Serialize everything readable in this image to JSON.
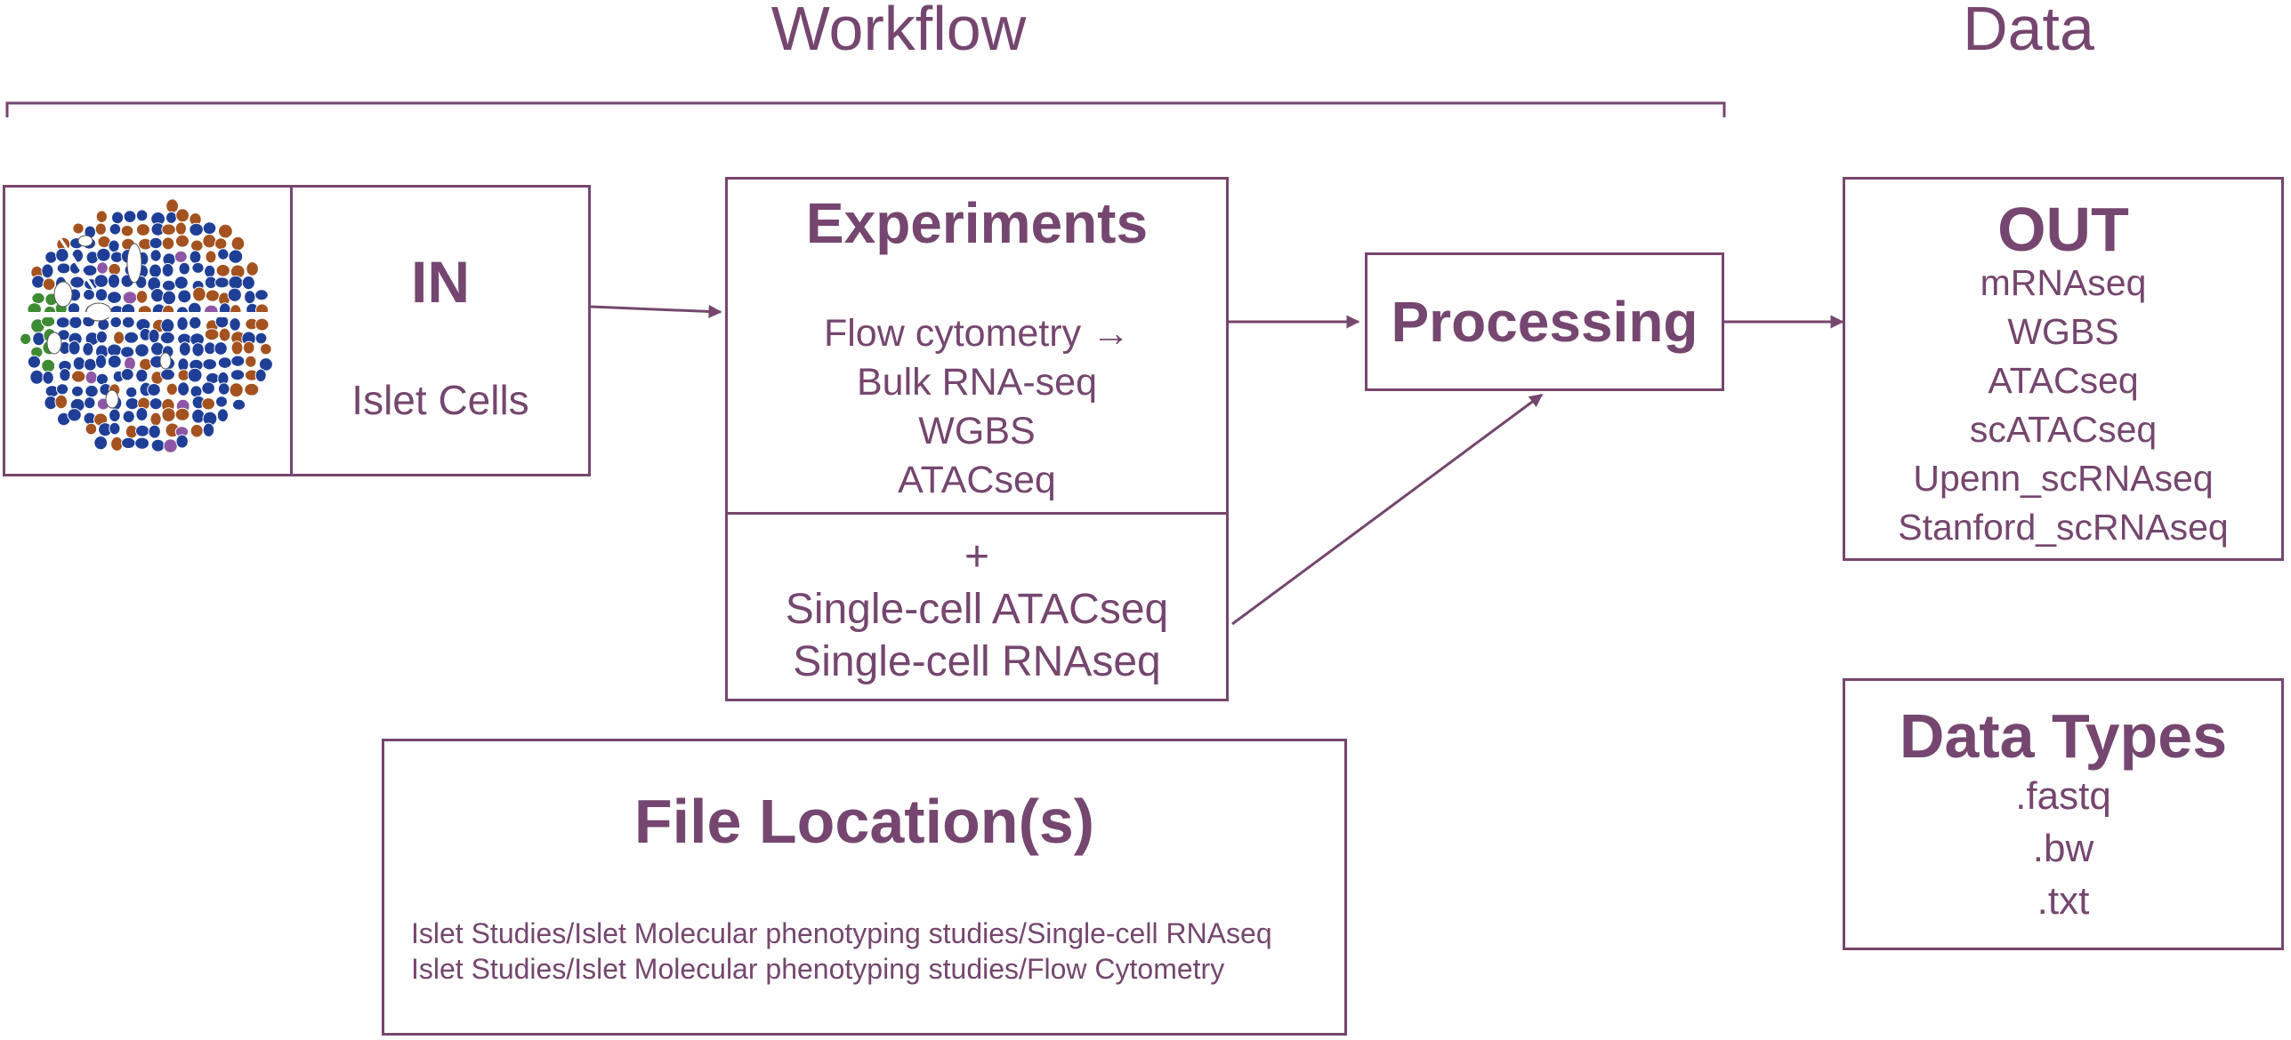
{
  "headers": {
    "workflow": "Workflow",
    "data": "Data"
  },
  "in_box": {
    "title": "IN",
    "subtitle": "Islet Cells"
  },
  "experiments": {
    "title": "Experiments",
    "items": [
      "Flow cytometry →",
      "Bulk RNA-seq",
      "WGBS",
      "ATACseq"
    ],
    "extra": [
      "+",
      "Single-cell ATACseq",
      "Single-cell RNAseq"
    ]
  },
  "processing": {
    "title": "Processing"
  },
  "out": {
    "title": "OUT",
    "items": [
      "mRNAseq",
      "WGBS",
      "ATACseq",
      "scATACseq",
      "Upenn_scRNAseq",
      "Stanford_scRNAseq"
    ]
  },
  "data_types": {
    "title": "Data Types",
    "items": [
      ".fastq",
      ".bw",
      ".txt"
    ]
  },
  "file_locations": {
    "title": "File Location(s)",
    "paths": [
      "Islet Studies/Islet Molecular phenotyping studies/Single-cell RNAseq",
      "Islet Studies/Islet Molecular phenotyping studies/Flow Cytometry"
    ]
  },
  "colors": {
    "accent": "#75466f",
    "cell_blue": "#1f3f97",
    "cell_brown": "#a4521f",
    "cell_green": "#3e8b33",
    "cell_purple": "#8d57a6"
  }
}
